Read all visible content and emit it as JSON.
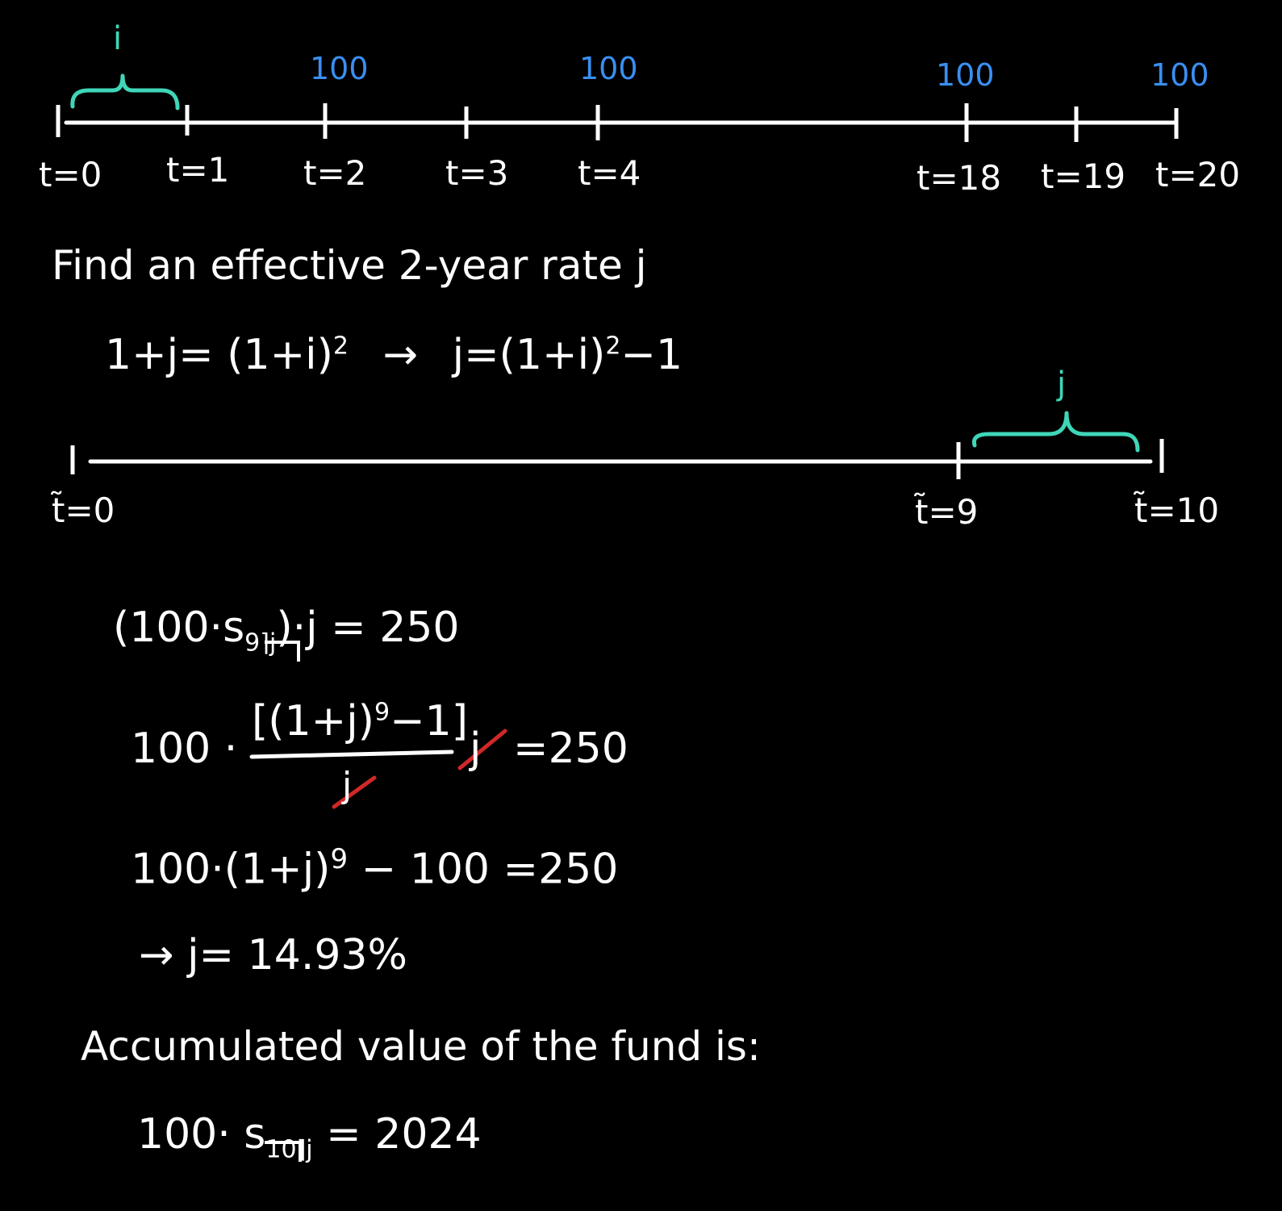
{
  "timeline1": {
    "rate_label": "i",
    "payments": [
      "100",
      "100",
      "100",
      "100"
    ],
    "ticks": [
      "t=0",
      "t=1",
      "t=2",
      "t=3",
      "t=4",
      "t=18",
      "t=19",
      "t=20"
    ]
  },
  "problem": {
    "text": "Find an effective 2-year rate j"
  },
  "rate_eq": {
    "lhs": "1+j= (1+i)",
    "lhs_exp": "2",
    "arrow": "→",
    "rhs_pre": "j=(1+i)",
    "rhs_exp": "2",
    "rhs_post": "−1"
  },
  "timeline2": {
    "rate_label": "j",
    "ticks": [
      "t̃=0",
      "t̃=9",
      "t̃=10"
    ]
  },
  "eq1": {
    "pre": "(100·s",
    "sub": "9⌉j",
    "post": ")·j = 250"
  },
  "eq2": {
    "coef": "100 ·",
    "num": "[(1+j)",
    "num_exp": "9",
    "num_post": "−1]",
    "den": "j",
    "cancel": "j",
    "rhs": "=250"
  },
  "eq3": {
    "pre": "100·(1+j)",
    "exp": "9",
    "post": " − 100 =250"
  },
  "eq4": {
    "text": "→ j= 14.93%"
  },
  "conclusion": {
    "text": "Accumulated value of the fund is:"
  },
  "final": {
    "pre": "100· s",
    "sub": "10⌉j",
    "post": " = 2024"
  },
  "colors": {
    "amount": "#3a8ff0",
    "brace": "#3fd6b8",
    "cancel": "#d02828"
  }
}
